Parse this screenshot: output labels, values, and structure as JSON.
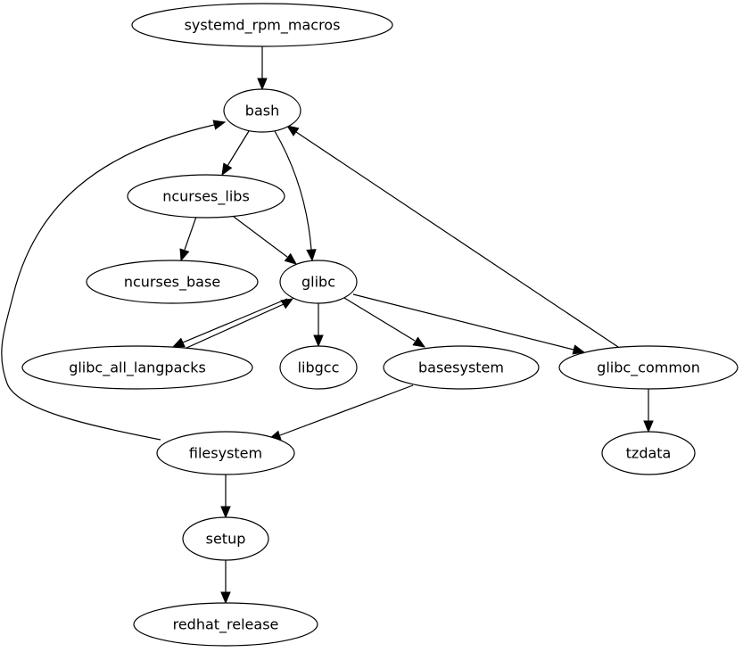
{
  "diagram": {
    "type": "directed-graph",
    "nodes": [
      {
        "id": "systemd_rpm_macros",
        "label": "systemd_rpm_macros"
      },
      {
        "id": "bash",
        "label": "bash"
      },
      {
        "id": "ncurses_libs",
        "label": "ncurses_libs"
      },
      {
        "id": "ncurses_base",
        "label": "ncurses_base"
      },
      {
        "id": "glibc",
        "label": "glibc"
      },
      {
        "id": "glibc_all_langpacks",
        "label": "glibc_all_langpacks"
      },
      {
        "id": "libgcc",
        "label": "libgcc"
      },
      {
        "id": "basesystem",
        "label": "basesystem"
      },
      {
        "id": "glibc_common",
        "label": "glibc_common"
      },
      {
        "id": "filesystem",
        "label": "filesystem"
      },
      {
        "id": "tzdata",
        "label": "tzdata"
      },
      {
        "id": "setup",
        "label": "setup"
      },
      {
        "id": "redhat_release",
        "label": "redhat_release"
      }
    ],
    "edges": [
      {
        "from": "systemd_rpm_macros",
        "to": "bash"
      },
      {
        "from": "bash",
        "to": "ncurses_libs"
      },
      {
        "from": "bash",
        "to": "glibc"
      },
      {
        "from": "ncurses_libs",
        "to": "ncurses_base"
      },
      {
        "from": "ncurses_libs",
        "to": "glibc"
      },
      {
        "from": "glibc",
        "to": "glibc_all_langpacks"
      },
      {
        "from": "glibc_all_langpacks",
        "to": "glibc"
      },
      {
        "from": "glibc",
        "to": "libgcc"
      },
      {
        "from": "glibc",
        "to": "basesystem"
      },
      {
        "from": "glibc",
        "to": "glibc_common"
      },
      {
        "from": "glibc_common",
        "to": "bash"
      },
      {
        "from": "glibc_common",
        "to": "tzdata"
      },
      {
        "from": "basesystem",
        "to": "filesystem"
      },
      {
        "from": "filesystem",
        "to": "bash"
      },
      {
        "from": "filesystem",
        "to": "setup"
      },
      {
        "from": "setup",
        "to": "redhat_release"
      }
    ]
  }
}
